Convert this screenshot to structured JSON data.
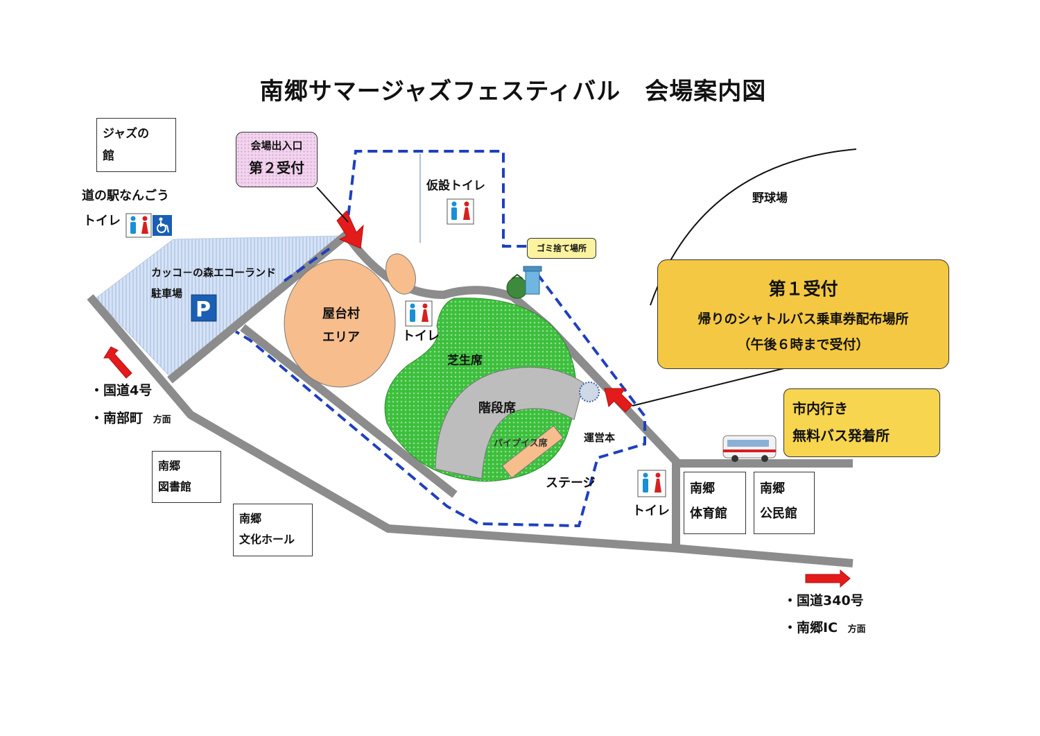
{
  "title": "南郷サマージャズフェスティバル　会場案内図",
  "buildings": {
    "jazz_house": [
      "ジャズの",
      "館"
    ],
    "library": [
      "南郷",
      "図書館"
    ],
    "culture_hall": [
      "南郷",
      "文化ホール"
    ],
    "gym": [
      "南郷",
      "体育館"
    ],
    "community_hall": [
      "南郷",
      "公民館"
    ]
  },
  "michinoeki": {
    "name": "道の駅なんごう",
    "toilet": "トイレ"
  },
  "parking": {
    "name": "カッコ－の森エコーランド",
    "sub": "駐車場",
    "icon": "parking-icon"
  },
  "gate2": {
    "line1": "会場出入口",
    "line2": "第２受付"
  },
  "temp_toilet": "仮設トイレ",
  "yatai": {
    "line1": "屋台村",
    "line2": "エリア"
  },
  "toilet_center": "トイレ",
  "toilet_right": "トイレ",
  "gomi": "ゴミ捨て場所",
  "baseball": "野球場",
  "reception1": {
    "title": "第１受付",
    "line1": "帰りのシャトルバス乗車券配布場所",
    "line2": "（午後６時まで受付）"
  },
  "lawn": "芝生席",
  "steps": "階段席",
  "pipe_chairs": "パイプイス席",
  "stage": "ステージ",
  "hq": "運営本",
  "free_bus": {
    "line1": "市内行き",
    "line2": "無料バス発着所"
  },
  "dir_left": {
    "line1": "・国道4号",
    "line2a": "・南部町",
    "line2b": "方面"
  },
  "dir_right": {
    "line1": "・国道340号",
    "line2a": "・南郷IC",
    "line2b": "方面"
  },
  "colors": {
    "road": "#8c8c8c",
    "parking": "#c9dbf2",
    "yatai": "#f7bd8d",
    "lawn": "#3dbf3d",
    "steps": "#bdbdbd",
    "boundary": "#1f3fbf",
    "arrow": "#e41b1b",
    "callout_yellow": "#f4c842",
    "pink": "#f1d4ee"
  }
}
